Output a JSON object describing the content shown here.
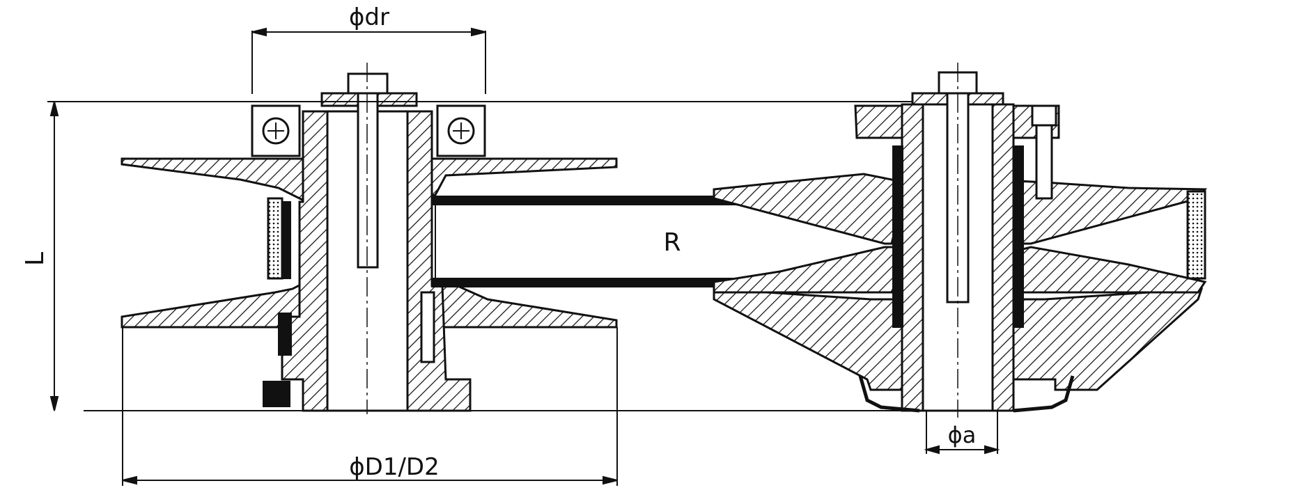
{
  "dimensions": {
    "dr": "ϕdr",
    "l": "L",
    "r": "R",
    "d1_d2": "ϕD1/D2",
    "a": "ϕa"
  }
}
